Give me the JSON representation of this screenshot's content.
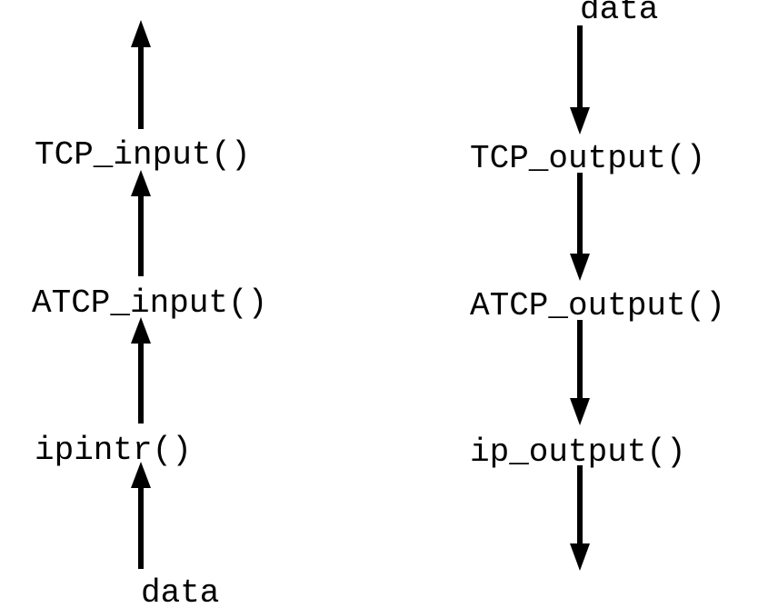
{
  "diagram": {
    "input_path": {
      "data_label": "data",
      "steps": [
        "ipintr()",
        "ATCP_input()",
        "TCP_input()"
      ],
      "direction": "up"
    },
    "output_path": {
      "data_label": "data",
      "steps": [
        "TCP_output()",
        "ATCP_output()",
        "ip_output()"
      ],
      "direction": "down"
    }
  }
}
